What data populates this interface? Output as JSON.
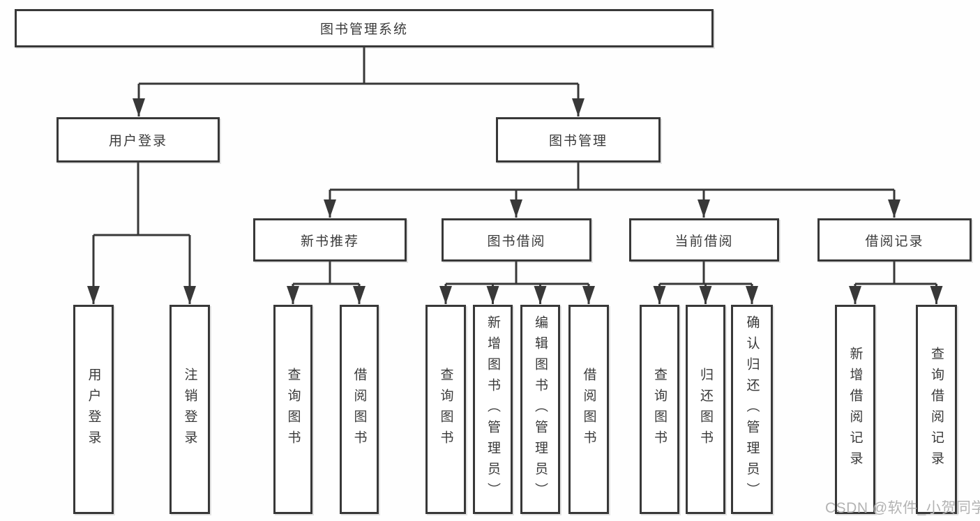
{
  "tree": {
    "label": "图书管理系统",
    "children": [
      {
        "label": "用户登录",
        "children": [
          {
            "label": "用户登录"
          },
          {
            "label": "注销登录"
          }
        ]
      },
      {
        "label": "图书管理",
        "children": [
          {
            "label": "新书推荐",
            "children": [
              {
                "label": "查询图书"
              },
              {
                "label": "借阅图书"
              }
            ]
          },
          {
            "label": "图书借阅",
            "children": [
              {
                "label": "查询图书"
              },
              {
                "label": "新增图书（管理员）"
              },
              {
                "label": "编辑图书（管理员）"
              },
              {
                "label": "借阅图书"
              }
            ]
          },
          {
            "label": "当前借阅",
            "children": [
              {
                "label": "查询图书"
              },
              {
                "label": "归还图书"
              },
              {
                "label": "确认归还（管理员）"
              }
            ]
          },
          {
            "label": "借阅记录",
            "children": [
              {
                "label": "新增借阅记录"
              },
              {
                "label": "查询借阅记录"
              }
            ]
          }
        ]
      }
    ]
  },
  "watermark": {
    "text": "CSDN @软件_小贺同学"
  },
  "colors": {
    "line": "#383838",
    "box_border": "#383838",
    "text": "#3a3a3a",
    "watermark": "#b3b3b3",
    "background": "#fefefe"
  }
}
